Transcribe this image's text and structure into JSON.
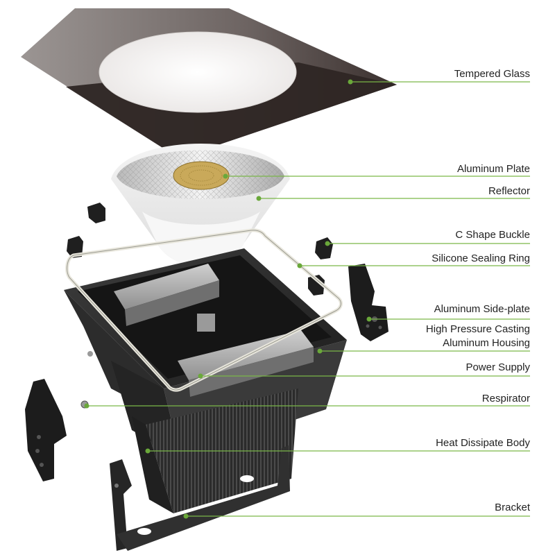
{
  "labels": {
    "tempered_glass": "Tempered Glass",
    "aluminum_plate": "Aluminum Plate",
    "reflector": "Reflector",
    "c_shape_buckle": "C Shape Buckle",
    "silicone_sealing_ring": "Silicone Sealing Ring",
    "aluminum_side_plate": "Aluminum Side-plate",
    "housing_line1": "High Pressure Casting",
    "housing_line2": "Aluminum Housing",
    "power_supply": "Power Supply",
    "respirator": "Respirator",
    "heat_dissipate_body": "Heat Dissipate Body",
    "bracket": "Bracket"
  },
  "colors": {
    "leader_line": "#7ab648",
    "leader_dot": "#6aa83a",
    "housing": "#2a2a2a",
    "glass_dark": "#2e2624",
    "glass_light": "#8a8280"
  }
}
